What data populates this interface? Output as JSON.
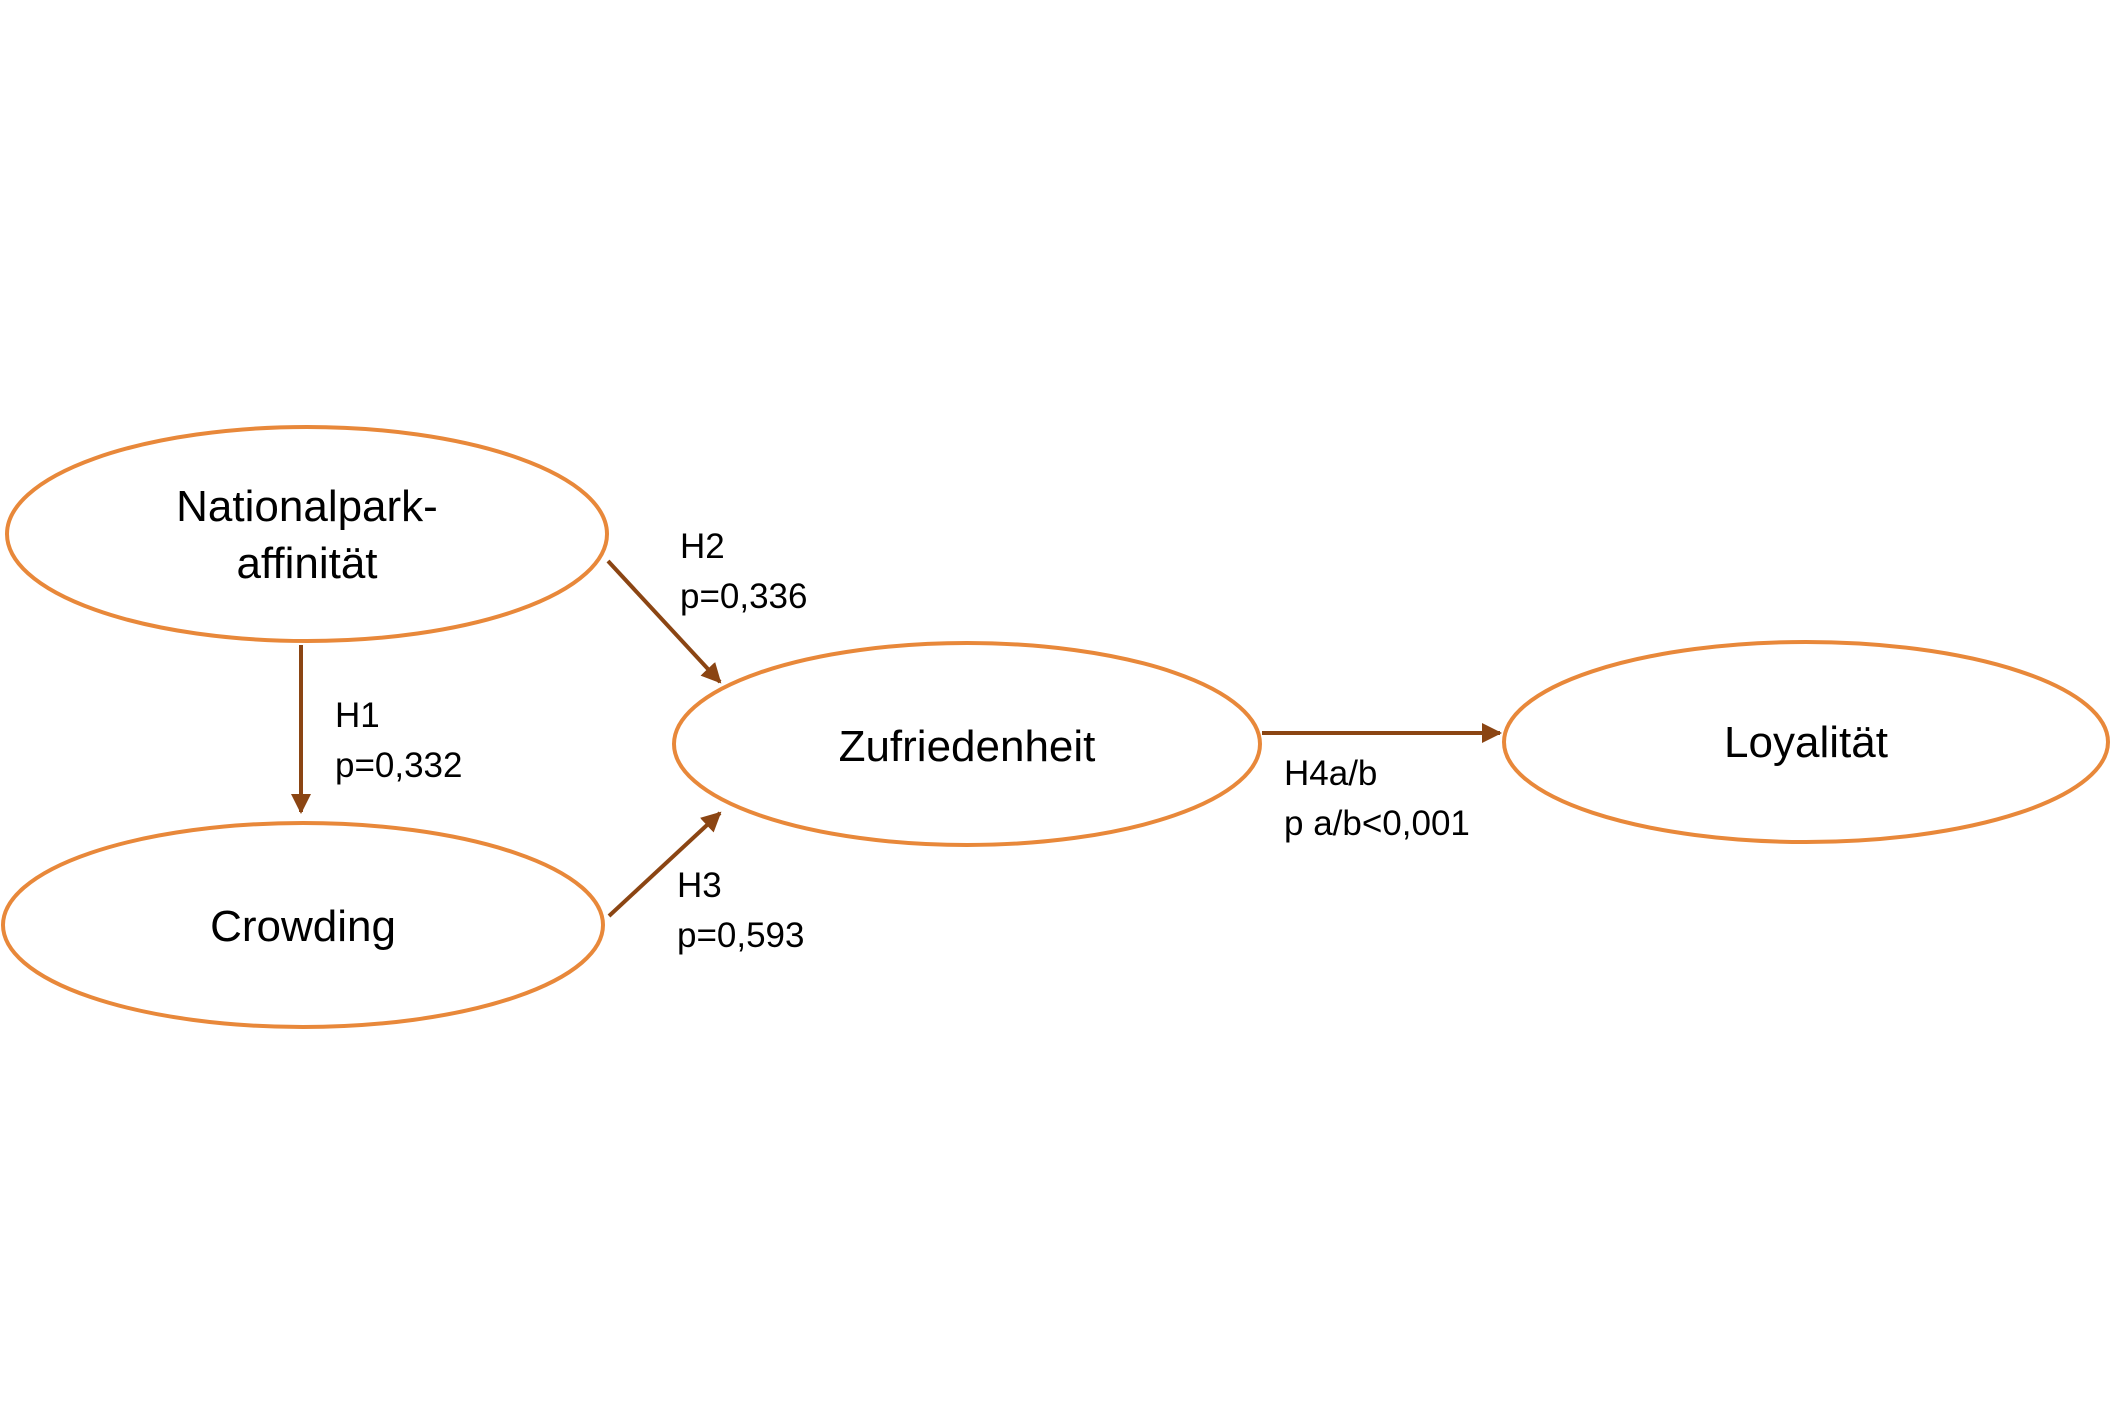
{
  "colors": {
    "node_border": "#E8883A",
    "arrow": "#8B4513",
    "text": "#000000",
    "background": "#FFFFFF"
  },
  "nodes": {
    "nationalpark": {
      "line1": "Nationalpark-",
      "line2": "affinität"
    },
    "crowding": {
      "label": "Crowding"
    },
    "zufriedenheit": {
      "label": "Zufriedenheit"
    },
    "loyalitaet": {
      "label": "Loyalität"
    }
  },
  "edges": {
    "h1": {
      "hypothesis": "H1",
      "p_value": "p=0,332"
    },
    "h2": {
      "hypothesis": "H2",
      "p_value": "p=0,336"
    },
    "h3": {
      "hypothesis": "H3",
      "p_value": "p=0,593"
    },
    "h4": {
      "hypothesis": "H4a/b",
      "p_value": "p a/b<0,001"
    }
  }
}
